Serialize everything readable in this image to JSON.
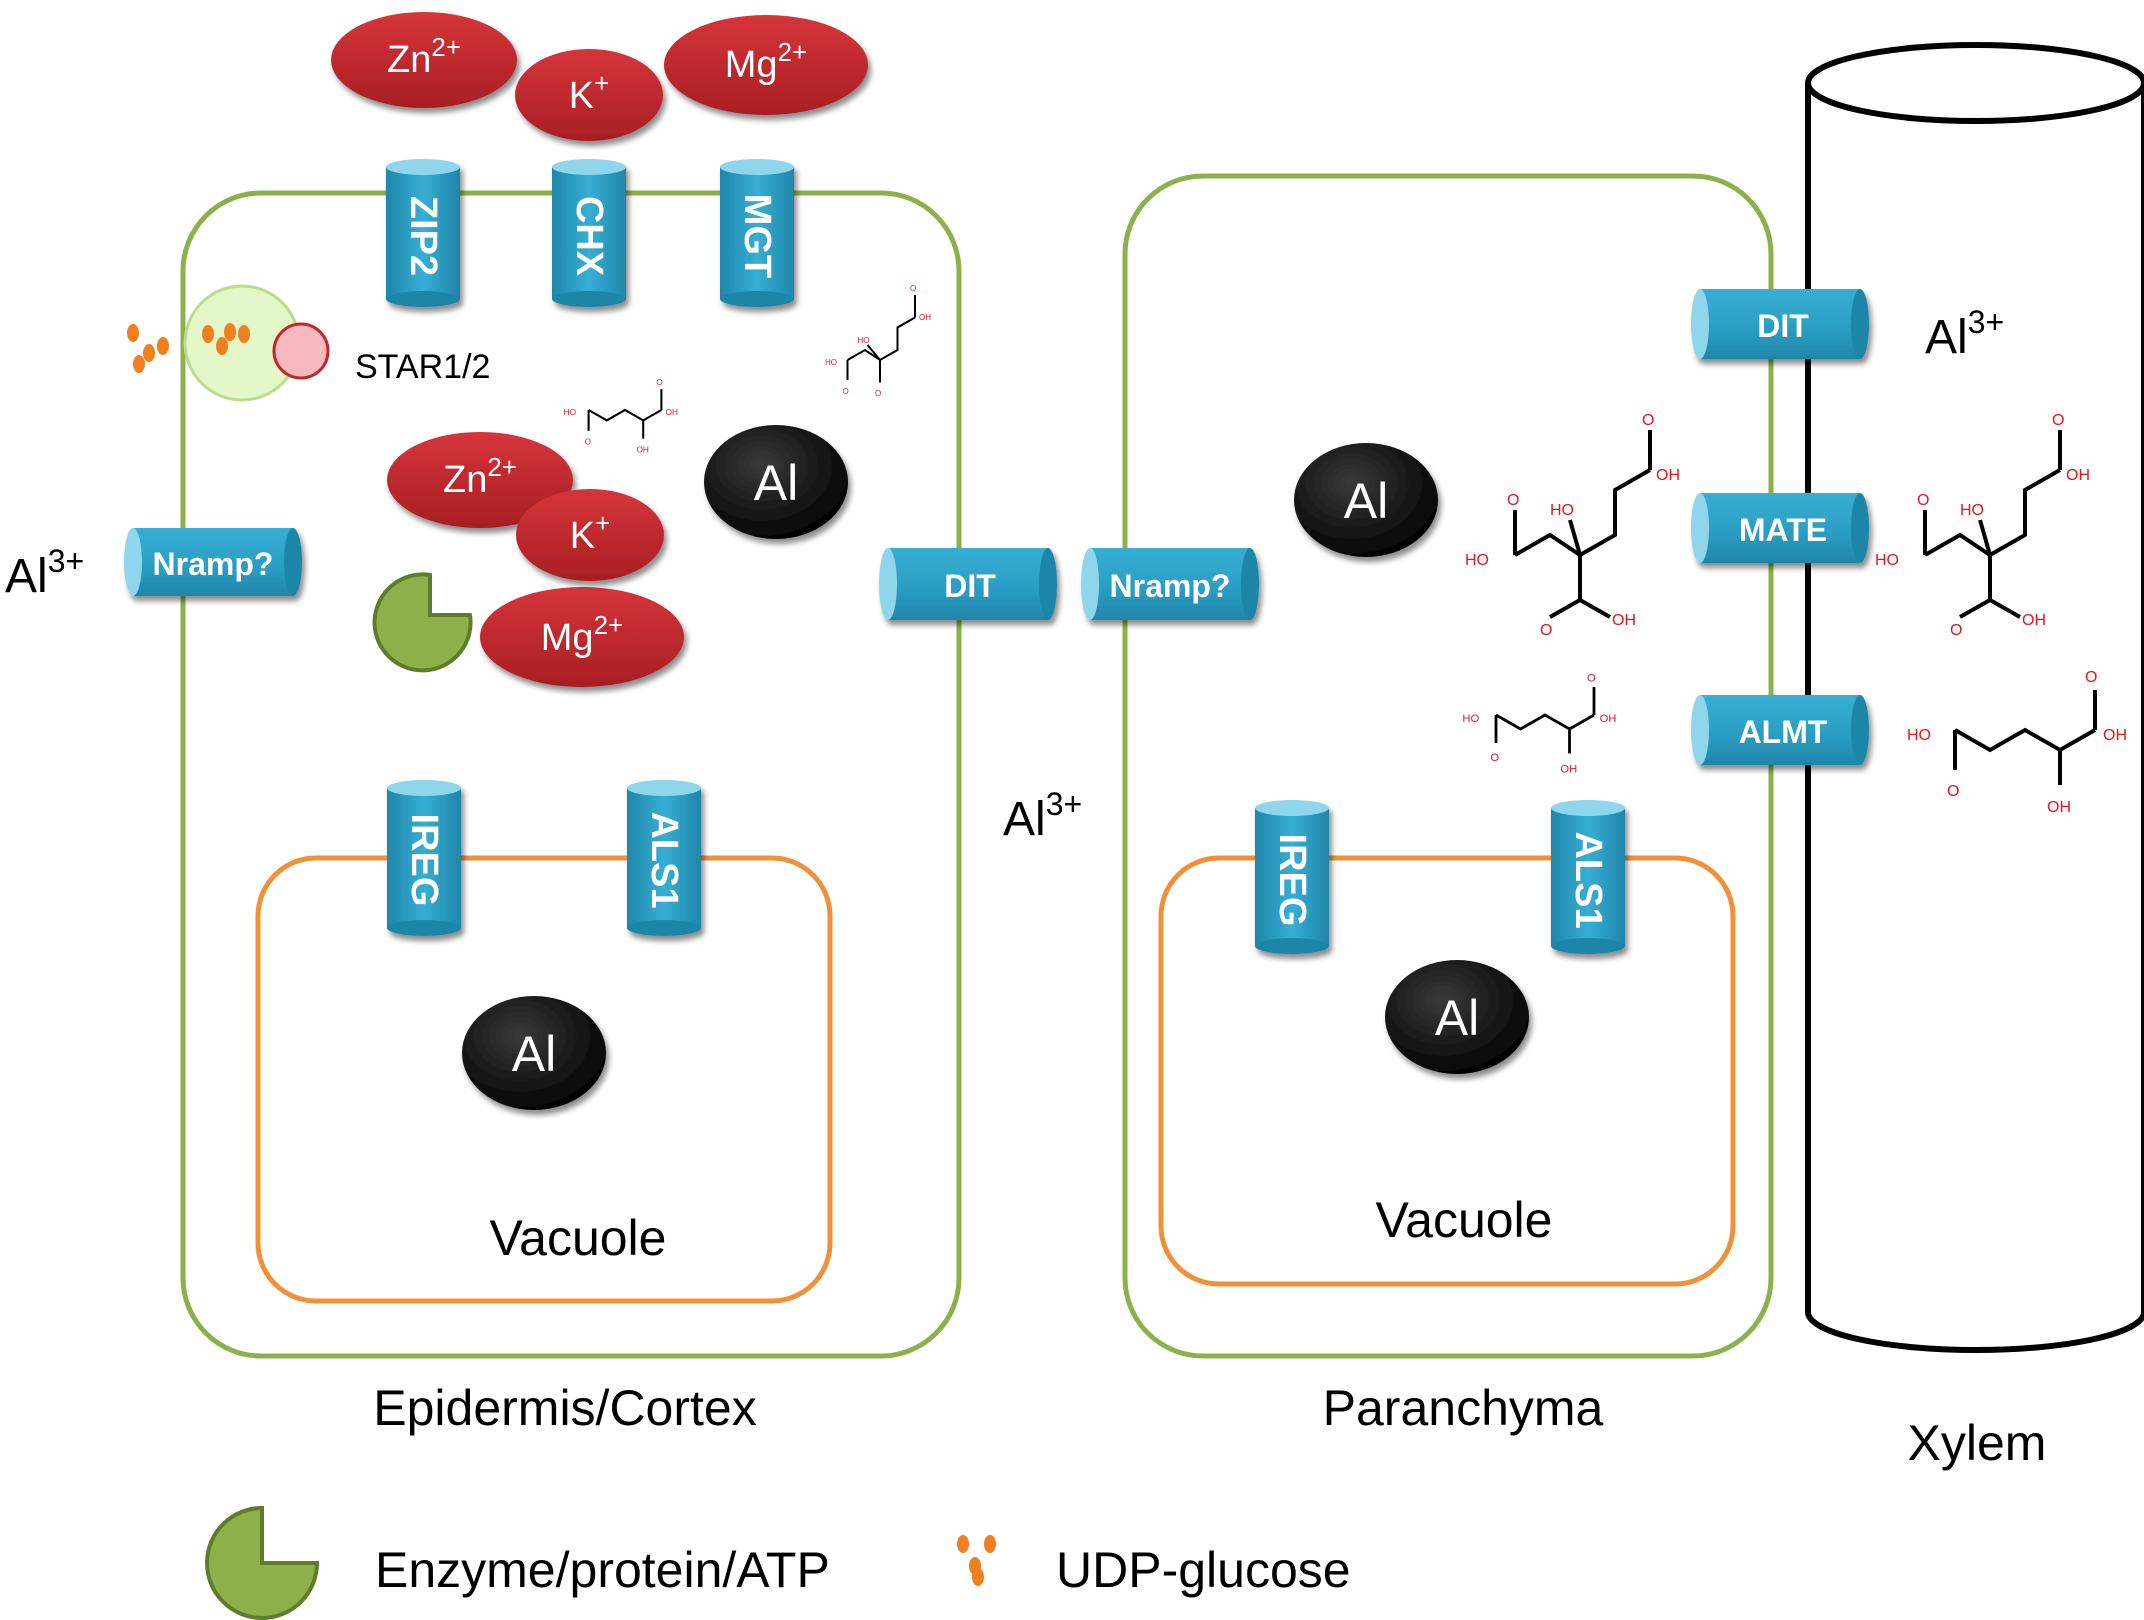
{
  "colors": {
    "cell_membrane": "#8db04a",
    "vacuole_membrane": "#f0913a",
    "transporter": "#2a9cc1",
    "ion": "#c0272d",
    "aluminum": "#000000",
    "enzyme": "#8db04a",
    "udp_glucose": "#f07f1e",
    "star_complex": "#e4f7c8",
    "star_subunit": "#f6b9bd",
    "chem_bond": "#000000",
    "chem_oxygen": "#e8141c"
  },
  "cells": {
    "epidermis": {
      "label": "Epidermis/Cortex",
      "vacuole_label": "Vacuole"
    },
    "paranchyma": {
      "label": "Paranchyma",
      "vacuole_label": "Vacuole"
    },
    "xylem": {
      "label": "Xylem"
    }
  },
  "ions": {
    "top": [
      {
        "symbol": "Zn",
        "charge": "2+"
      },
      {
        "symbol": "K",
        "charge": "+"
      },
      {
        "symbol": "Mg",
        "charge": "2+"
      }
    ],
    "inner": [
      {
        "symbol": "Zn",
        "charge": "2+"
      },
      {
        "symbol": "K",
        "charge": "+"
      },
      {
        "symbol": "Mg",
        "charge": "2+"
      }
    ]
  },
  "transporters": {
    "zip2": "ZIP2",
    "chx": "CHX",
    "mgt": "MGT",
    "nramp_outer": "Nramp?",
    "dit_epidermis": "DIT",
    "nramp_paranchyma": "Nramp?",
    "ireg_epidermis": "IREG",
    "als1_epidermis": "ALS1",
    "ireg_paranchyma": "IREG",
    "als1_paranchyma": "ALS1",
    "dit_xylem": "DIT",
    "mate": "MATE",
    "almt": "ALMT"
  },
  "complex": {
    "star_label": "STAR1/2"
  },
  "aluminum": {
    "free_ion": {
      "symbol": "Al",
      "charge": "3+"
    },
    "bound": "Al"
  },
  "chem": {
    "oh": "OH",
    "ho": "HO",
    "o": "O"
  },
  "legend": {
    "enzyme_label": "Enzyme/protein/ATP",
    "udp_label": "UDP-glucose"
  }
}
